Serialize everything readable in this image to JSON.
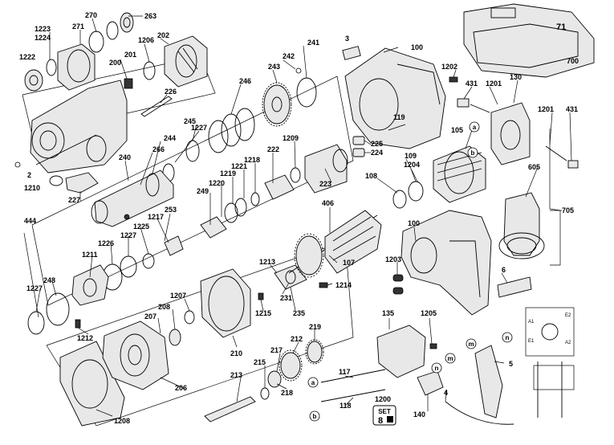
{
  "labels": {
    "l270": "270",
    "l263": "263",
    "l1223": "1223",
    "l1224": "1224",
    "l271": "271",
    "l1206": "1206",
    "l202": "202",
    "l1222": "1222",
    "l201": "201",
    "l200": "200",
    "l226": "226",
    "l241": "241",
    "l242": "242",
    "l243": "243",
    "l246": "246",
    "l3": "3",
    "l100a": "100",
    "l71": "71",
    "l700": "700",
    "l1202": "1202",
    "l431a": "431",
    "l1201a": "1201",
    "l130": "130",
    "l119": "119",
    "l245": "245",
    "l1227a": "1227",
    "l266": "266",
    "l244": "244",
    "l1209": "1209",
    "l222": "222",
    "l225": "225",
    "l224": "224",
    "l109": "109",
    "l105": "105",
    "l1201b": "1201",
    "l431b": "431",
    "l2": "2",
    "l1210": "1210",
    "l240": "240",
    "l1218": "1218",
    "l1221": "1221",
    "l1219": "1219",
    "l1220": "1220",
    "l249": "249",
    "l1204": "1204",
    "l108": "108",
    "l223": "223",
    "l605": "605",
    "l227": "227",
    "l406": "406",
    "l705": "705",
    "l444": "444",
    "l253": "253",
    "l1217": "1217",
    "l1225": "1225",
    "l1227b": "1227",
    "l1226": "1226",
    "l1211": "1211",
    "l100b": "100",
    "l1203": "1203",
    "l1213": "1213",
    "l107": "107",
    "l6": "6",
    "l231": "231",
    "l1214": "1214",
    "l248": "248",
    "l1227c": "1227",
    "l1207": "1207",
    "l208": "208",
    "l207": "207",
    "l235": "235",
    "l1215": "1215",
    "l135": "135",
    "l1205": "1205",
    "l1212": "1212",
    "l219": "219",
    "l212": "212",
    "l217": "217",
    "l210": "210",
    "l215": "215",
    "l5": "5",
    "l213": "213",
    "l206": "206",
    "l117": "117",
    "l218": "218",
    "l118": "118",
    "l1200": "1200",
    "l140": "140",
    "l4": "4",
    "l1208": "1208"
  },
  "circle_markers": {
    "a1": "a",
    "b1": "b",
    "a2": "a",
    "b2": "b",
    "m1": "m",
    "n1": "n",
    "m2": "m",
    "n2": "n"
  },
  "set_badge": {
    "line1": "SET",
    "line2": "8"
  },
  "wiring": {
    "a1": "A1",
    "e2": "E2",
    "e1": "E1",
    "a2": "A2"
  }
}
